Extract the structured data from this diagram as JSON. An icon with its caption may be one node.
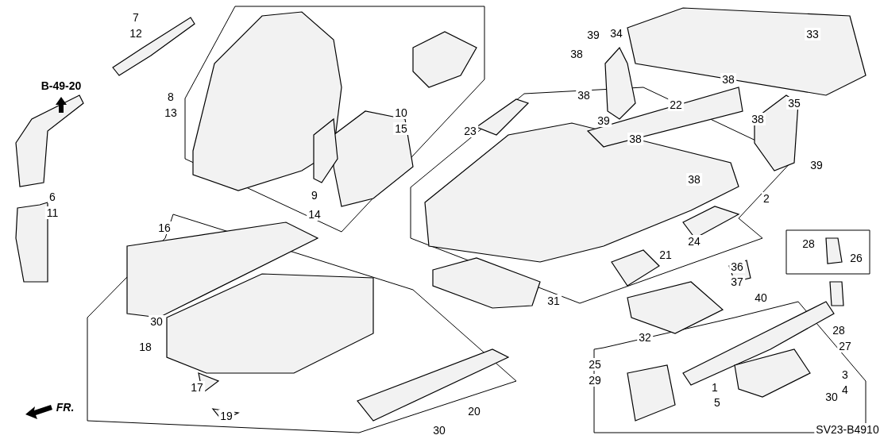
{
  "diagram": {
    "labels": [
      "7",
      "12",
      "39",
      "34",
      "33",
      "38",
      "B-49-20",
      "8",
      "13",
      "38",
      "22",
      "38",
      "35",
      "10",
      "15",
      "23",
      "39",
      "38",
      "38",
      "38",
      "39",
      "6",
      "9",
      "2",
      "11",
      "14",
      "16",
      "24",
      "21",
      "28",
      "26",
      "36",
      "37",
      "40",
      "31",
      "30",
      "18",
      "32",
      "28",
      "27",
      "17",
      "25",
      "29",
      "1",
      "5",
      "3",
      "4",
      "30",
      "20",
      "19",
      "30",
      "FR.",
      "SV23-B4910"
    ]
  }
}
